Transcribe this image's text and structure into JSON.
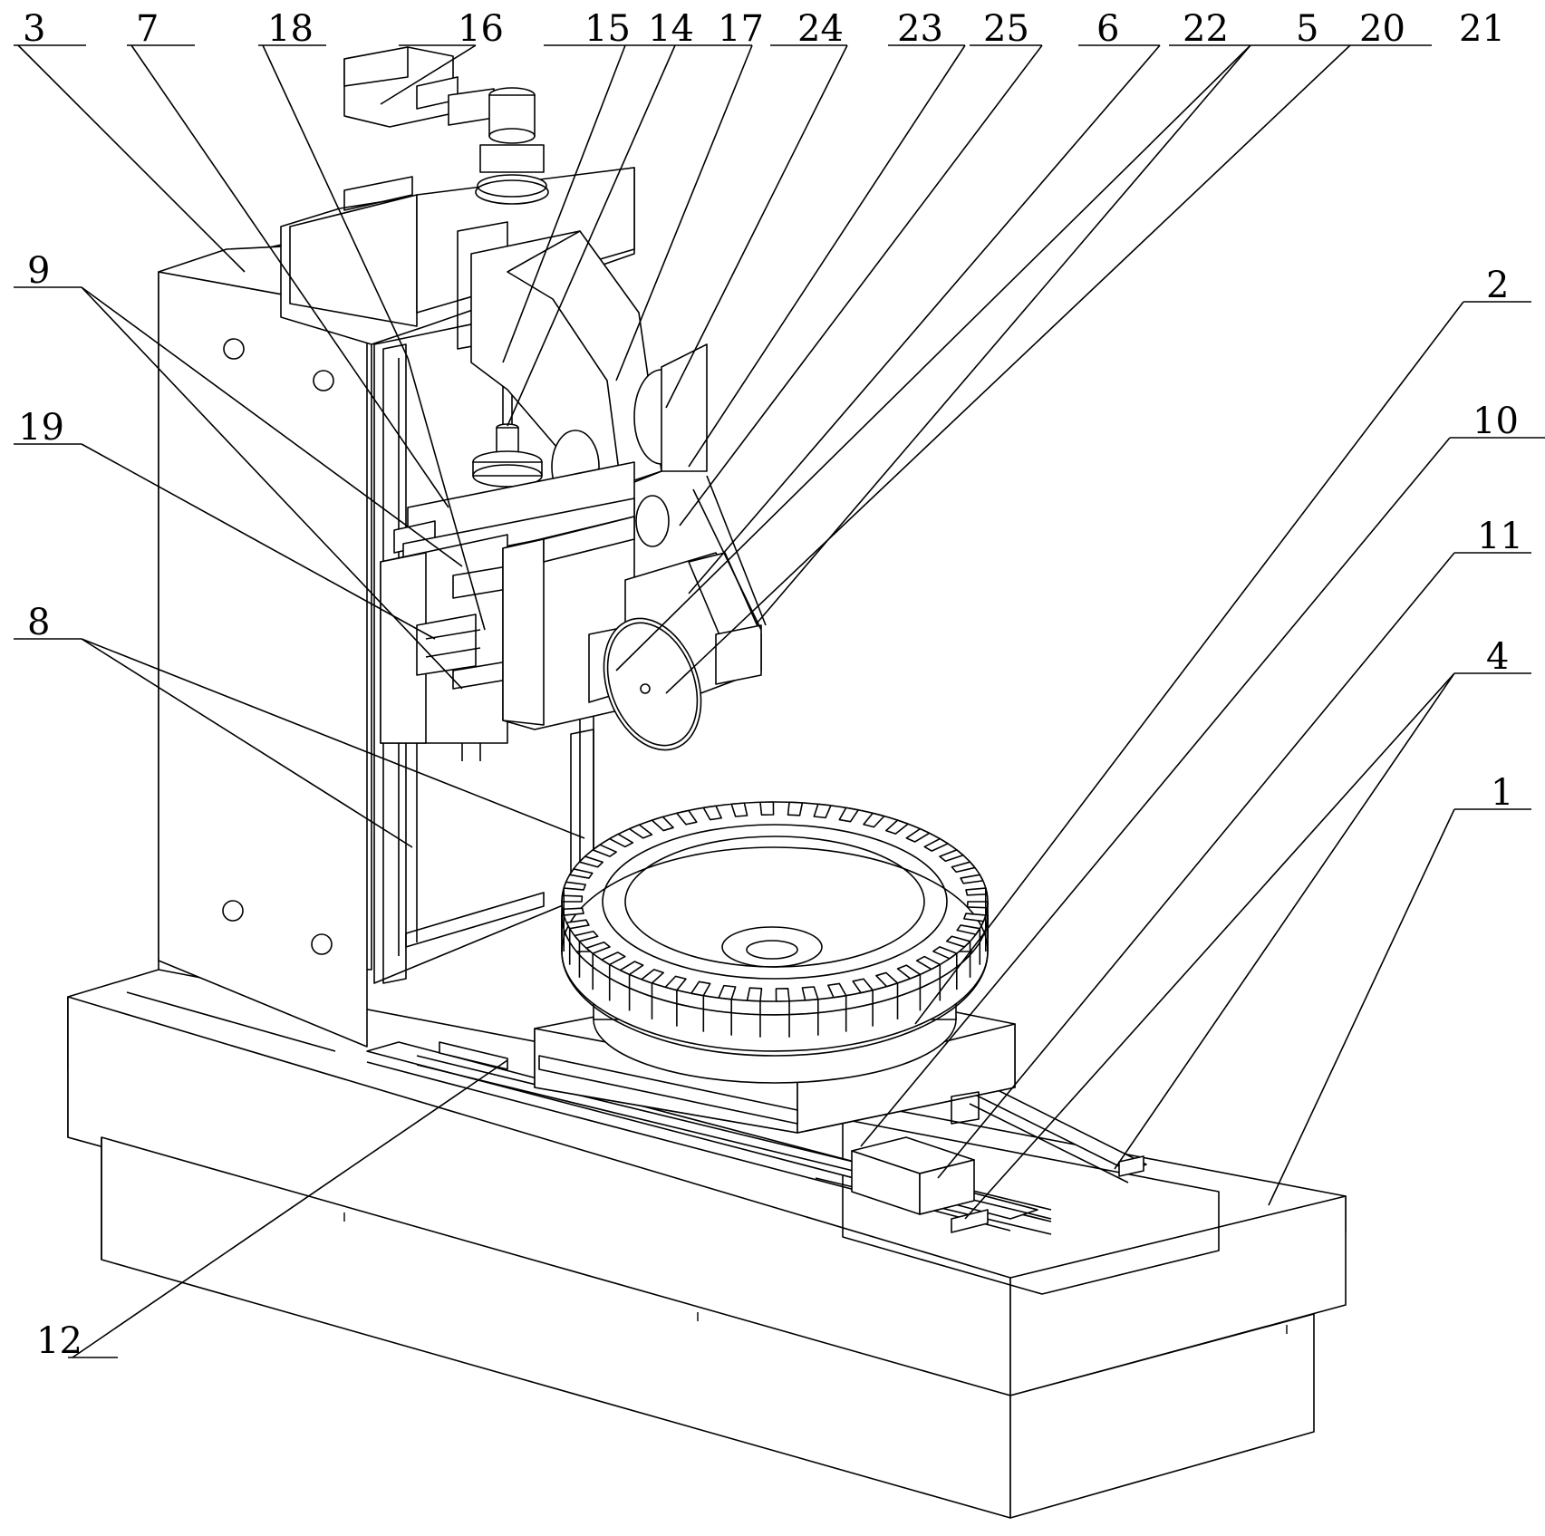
{
  "figure": {
    "title": "Gear grinding machine - perspective view with part numbers",
    "labels": {
      "l1": "1",
      "l2": "2",
      "l3": "3",
      "l4": "4",
      "l5": "5",
      "l6": "6",
      "l7": "7",
      "l8": "8",
      "l9": "9",
      "l10": "10",
      "l11": "11",
      "l12": "12",
      "l14": "14",
      "l15": "15",
      "l16": "16",
      "l17": "17",
      "l18": "18",
      "l19": "19",
      "l20": "20",
      "l21": "21",
      "l22": "22",
      "l23": "23",
      "l24": "24",
      "l25": "25"
    }
  }
}
